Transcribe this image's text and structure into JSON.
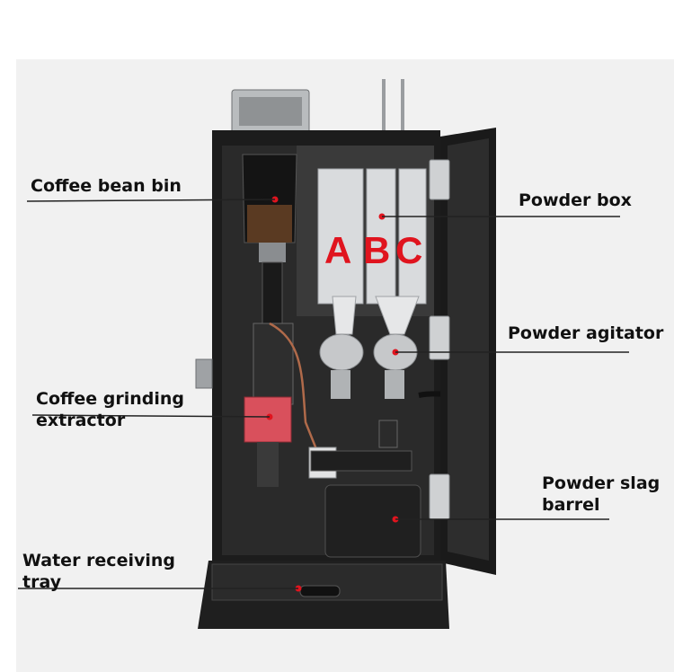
{
  "labels": {
    "coffee_bean_bin": "Coffee bean bin",
    "coffee_grinding_line1": "Coffee grinding",
    "coffee_grinding_line2": "extractor",
    "water_tray_line1": "Water receiving",
    "water_tray_line2": "tray",
    "powder_box": "Powder box",
    "powder_agitator": "Powder agitator",
    "powder_slag_line1": "Powder slag",
    "powder_slag_line2": "barrel"
  },
  "canister_letters": [
    "A",
    "B",
    "C"
  ],
  "colors": {
    "machine_body": "#1c1c1c",
    "accent_red": "#e0141e",
    "label_text": "#111111",
    "leader_line": "#222222"
  }
}
